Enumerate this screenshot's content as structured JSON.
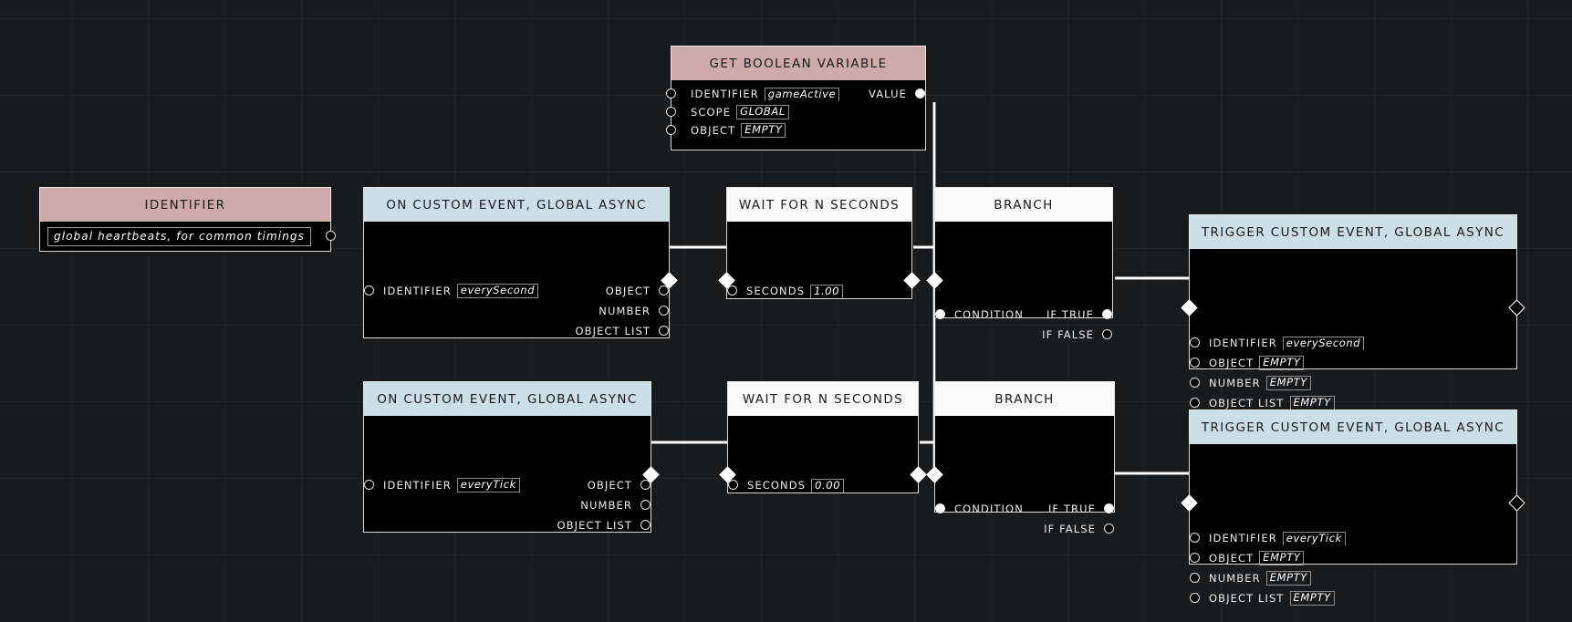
{
  "editor": {
    "background_color": "#191a1c",
    "grid_color": "#222326",
    "header_colors": {
      "variable": "#ceaaab",
      "event": "#cddfe6",
      "flow": "#fafafa"
    }
  },
  "nodes": {
    "identifier": {
      "title": "IDENTIFIER",
      "value": "global heartbeats, for common timings"
    },
    "get_boolean_variable": {
      "title": "GET BOOLEAN VARIABLE",
      "rows": [
        {
          "label": "IDENTIFIER",
          "value": "gameActive"
        },
        {
          "label": "SCOPE",
          "value": "GLOBAL"
        },
        {
          "label": "OBJECT",
          "value": "EMPTY"
        }
      ],
      "output": "VALUE"
    },
    "on_custom_event_second": {
      "title": "ON CUSTOM EVENT, GLOBAL ASYNC",
      "identifier_label": "IDENTIFIER",
      "identifier_value": "everySecond",
      "outputs": [
        "OBJECT",
        "NUMBER",
        "OBJECT LIST"
      ]
    },
    "wait_n_seconds_top": {
      "title": "WAIT FOR N SECONDS",
      "seconds_label": "SECONDS",
      "seconds_value": "1.00"
    },
    "branch_top": {
      "title": "BRANCH",
      "condition_label": "CONDITION",
      "if_true_label": "IF TRUE",
      "if_false_label": "IF FALSE"
    },
    "trigger_custom_event_second": {
      "title": "TRIGGER CUSTOM EVENT, GLOBAL ASYNC",
      "rows": [
        {
          "label": "IDENTIFIER",
          "value": "everySecond"
        },
        {
          "label": "OBJECT",
          "value": "EMPTY"
        },
        {
          "label": "NUMBER",
          "value": "EMPTY"
        },
        {
          "label": "OBJECT LIST",
          "value": "EMPTY"
        }
      ]
    },
    "on_custom_event_tick": {
      "title": "ON CUSTOM EVENT, GLOBAL ASYNC",
      "identifier_label": "IDENTIFIER",
      "identifier_value": "everyTick",
      "outputs": [
        "OBJECT",
        "NUMBER",
        "OBJECT LIST"
      ]
    },
    "wait_n_seconds_bottom": {
      "title": "WAIT FOR N SECONDS",
      "seconds_label": "SECONDS",
      "seconds_value": "0.00"
    },
    "branch_bottom": {
      "title": "BRANCH",
      "condition_label": "CONDITION",
      "if_true_label": "IF TRUE",
      "if_false_label": "IF FALSE"
    },
    "trigger_custom_event_tick": {
      "title": "TRIGGER CUSTOM EVENT, GLOBAL ASYNC",
      "rows": [
        {
          "label": "IDENTIFIER",
          "value": "everyTick"
        },
        {
          "label": "OBJECT",
          "value": "EMPTY"
        },
        {
          "label": "NUMBER",
          "value": "EMPTY"
        },
        {
          "label": "OBJECT LIST",
          "value": "EMPTY"
        }
      ]
    }
  }
}
